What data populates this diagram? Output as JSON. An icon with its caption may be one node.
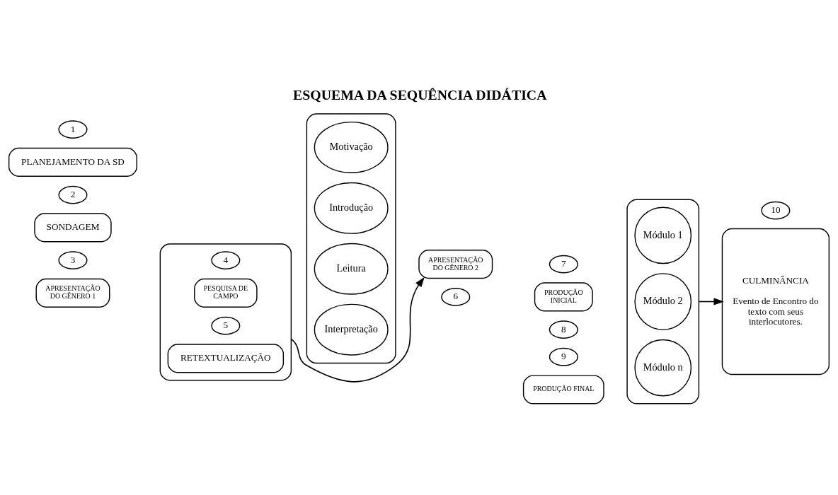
{
  "diagram": {
    "title": "ESQUEMA DA SEQUÊNCIA DIDÁTICA",
    "nodes": [
      {
        "text": [
          "1"
        ]
      },
      {
        "text": [
          "PLANEJAMENTO DA SD"
        ]
      },
      {
        "text": [
          "2"
        ]
      },
      {
        "text": [
          "3"
        ]
      },
      {
        "text": [
          "SONDAGEM"
        ]
      },
      {
        "text": [
          "APRESENTAÇÃO DO GÊNERO 1"
        ]
      },
      {
        "text": [],
        "shape": "box"
      },
      {
        "text": [
          "4"
        ],
        "in": 6
      },
      {
        "text": [
          "PESQUISA DE CAMPO"
        ],
        "in": 6
      },
      {
        "text": [
          "5"
        ],
        "in": 6
      },
      {
        "text": [
          "RETEXTUALIZAÇÃO"
        ],
        "in": 6
      },
      {
        "text": [],
        "shape": "box"
      },
      {
        "text": [
          "Motivação"
        ],
        "in": 11
      },
      {
        "text": [
          "Introdução"
        ],
        "in": 11
      },
      {
        "text": [
          "Leitura"
        ],
        "in": 11
      },
      {
        "text": [
          "Interpretação"
        ],
        "in": 11
      },
      {
        "text": [
          "APRESENTAÇÃO DO GÊNERO 2"
        ]
      },
      {
        "text": [
          "6"
        ]
      },
      {
        "text": [
          "7"
        ]
      },
      {
        "text": [
          "PRODUÇÃO INICIAL"
        ]
      },
      {
        "text": [
          "8"
        ]
      },
      {
        "text": [],
        "shape": "box"
      },
      {
        "text": [
          "Módulo 1"
        ],
        "in": 21
      },
      {
        "text": [
          "Módulo 2"
        ],
        "in": 21
      },
      {
        "text": [
          "Módulo n"
        ],
        "in": 21
      },
      {
        "text": [
          "9"
        ]
      },
      {
        "text": [
          "PRODUÇÃO FINAL"
        ]
      },
      {
        "text": [
          "10"
        ]
      },
      {
        "text": [
          "CULMINÂNCIA",
          "Evento de Encontro do texto com seus interlocutores."
        ]
      }
    ],
    "edges": [
      {
        "from": 6,
        "to": 16,
        "arrow": "to"
      },
      {
        "from": 21,
        "to": 28,
        "arrow": "to"
      }
    ]
  }
}
